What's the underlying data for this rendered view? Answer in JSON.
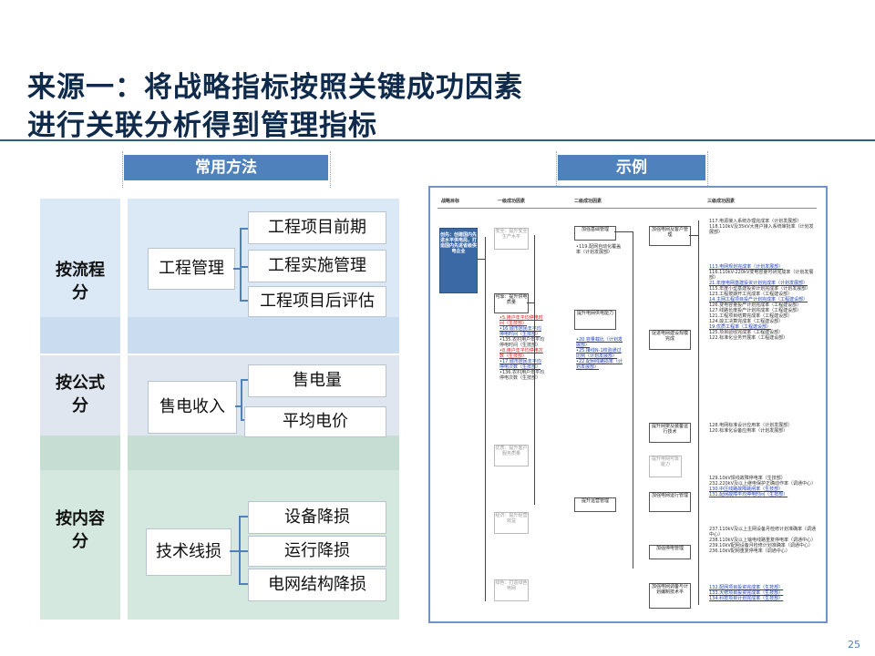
{
  "title": {
    "line1": "来源一：将战略指标按照关键成功因素",
    "line2": "进行关联分析得到管理指标"
  },
  "left_header": "常用方法",
  "right_header": "示例",
  "colors": {
    "accent": "#4f81bd",
    "title": "#0f2a4a",
    "band_blue": "#dbe8f6",
    "band_green": "#d5e8df"
  },
  "methods": [
    {
      "category": "按流程分",
      "category_lines": [
        "按流程",
        "分"
      ],
      "root": "工程管理",
      "children": [
        "工程项目前期",
        "工程实施管理",
        "工程项目后评估"
      ]
    },
    {
      "category": "按公式分",
      "category_lines": [
        "按公式",
        "分"
      ],
      "root": "售电收入",
      "children": [
        "售电量",
        "平均电价"
      ]
    },
    {
      "category": "按内容分",
      "category_lines": [
        "按内容",
        "分"
      ],
      "root": "技术线损",
      "children": [
        "设备降损",
        "运行降损",
        "电网结构降损"
      ]
    }
  ],
  "example": {
    "col_headers": [
      "战略目标",
      "一级成功因素",
      "二级成功因素",
      "三级成功因素"
    ],
    "strategic_goal": "创先：创建国内先进水平供电局，打造国内先进省级供电企业",
    "level1": [
      "安全：提升安全生产水平",
      "可靠：提升供电质量",
      "优质：提升客户服务质量",
      "经济：提升经营效益",
      "绿色：打造绿色电网"
    ],
    "level2": [
      "加强基础管理",
      "提升电网供电能力",
      "提升运营管理"
    ],
    "level3": [
      "加强电网及客户管理",
      "促进电网建设规模完成",
      "提升网架及装备运行技术",
      "提升用户用电",
      "加强电网运行管理",
      "加强停电管理",
      "加强电网调备与计划编制技术平"
    ],
    "level4": [
      "117.电源接入系统办理完成率（计划发展部）",
      "118.110kV及35kV大用户接入系统审批率（计划发展部）",
      "113.电网规划完成率（计划发展部）",
      "116.110kV-220kV变电容量可研完成率（计划发展部）",
      "115.年度电网基建投资计划完成率",
      "123.工程按期开工完成率（工程建设部）",
      "126.变电容量投产计划完成率（工程建设部）",
      "127.线路长度投产计划完成率（工程建设部）",
      "121.工程项目结算完成率（工程建设部）",
      "124.竣工决算完成率（工程建设部）",
      "128.电网标准设计应用率（计划发展部）",
      "129.10kV馈线故障停电率（生技部）",
      "130.中压线路故障跳闸率（生技部）",
      "237.110kV及以上主网设备月检修计划准确率（调通中心）",
      "239.10kV配网设备月检修计划准确率（调通中心）",
      "132.配网项目投资完成率（生技部）",
      "134.科技项目计划完成率（生技部）"
    ]
  },
  "page_number": "25"
}
